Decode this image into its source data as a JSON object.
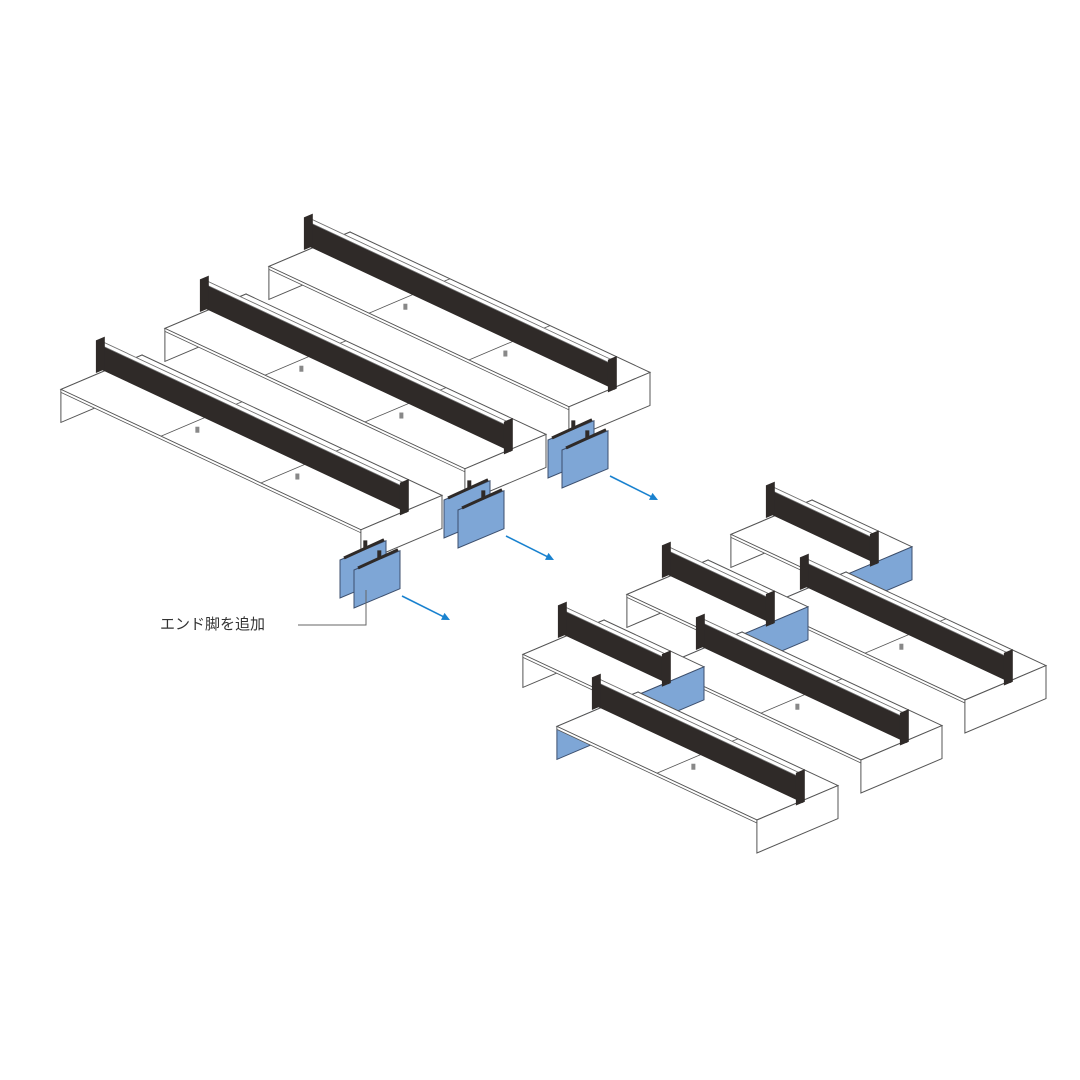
{
  "callout": {
    "label": "エンド脚を追加"
  },
  "colors": {
    "outline": "#555555",
    "desk_top": "#ffffff",
    "screen": "#2f2a28",
    "screen_edge": "#777777",
    "end_leg_fill": "#7ea6d6",
    "end_leg_stroke": "#3c4f6e",
    "arrow": "#1a82cf",
    "leader": "#666666"
  },
  "icons": {
    "arrow": "arrow-right-down-icon"
  },
  "desks_before": [
    {
      "name": "desk-row-before-1",
      "modules": 3
    },
    {
      "name": "desk-row-before-2",
      "modules": 3
    },
    {
      "name": "desk-row-before-3",
      "modules": 3
    }
  ],
  "end_legs": [
    {
      "name": "end-leg-pair-1"
    },
    {
      "name": "end-leg-pair-2"
    },
    {
      "name": "end-leg-pair-3"
    }
  ],
  "desks_after": [
    {
      "name": "desk-small-1",
      "modules": 1,
      "end_leg": "right"
    },
    {
      "name": "desk-small-2",
      "modules": 1,
      "end_leg": "right"
    },
    {
      "name": "desk-small-3",
      "modules": 1,
      "end_leg": "right"
    },
    {
      "name": "desk-long-1",
      "modules": 2,
      "end_leg": "left"
    },
    {
      "name": "desk-long-2",
      "modules": 2,
      "end_leg": "left"
    },
    {
      "name": "desk-long-3",
      "modules": 2,
      "end_leg": "left"
    }
  ]
}
